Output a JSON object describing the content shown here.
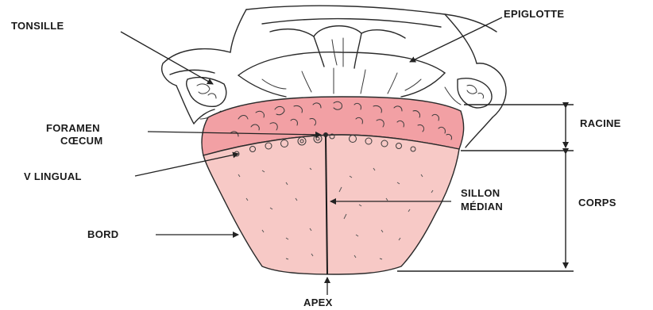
{
  "labels": {
    "tonsille": "TONSILLE",
    "epiglotte": "EPIGLOTTE",
    "foramen_line1": "FORAMEN",
    "foramen_line2": "CŒCUM",
    "racine": "RACINE",
    "v_lingual": "V LINGUAL",
    "sillon_line1": "SILLON",
    "sillon_line2": "MÉDIAN",
    "corps": "CORPS",
    "bord": "BORD",
    "apex": "APEX"
  },
  "colors": {
    "root_fill": "#f2a0a4",
    "body_fill": "#f7c9c6",
    "ink": "#2a2a2a"
  }
}
